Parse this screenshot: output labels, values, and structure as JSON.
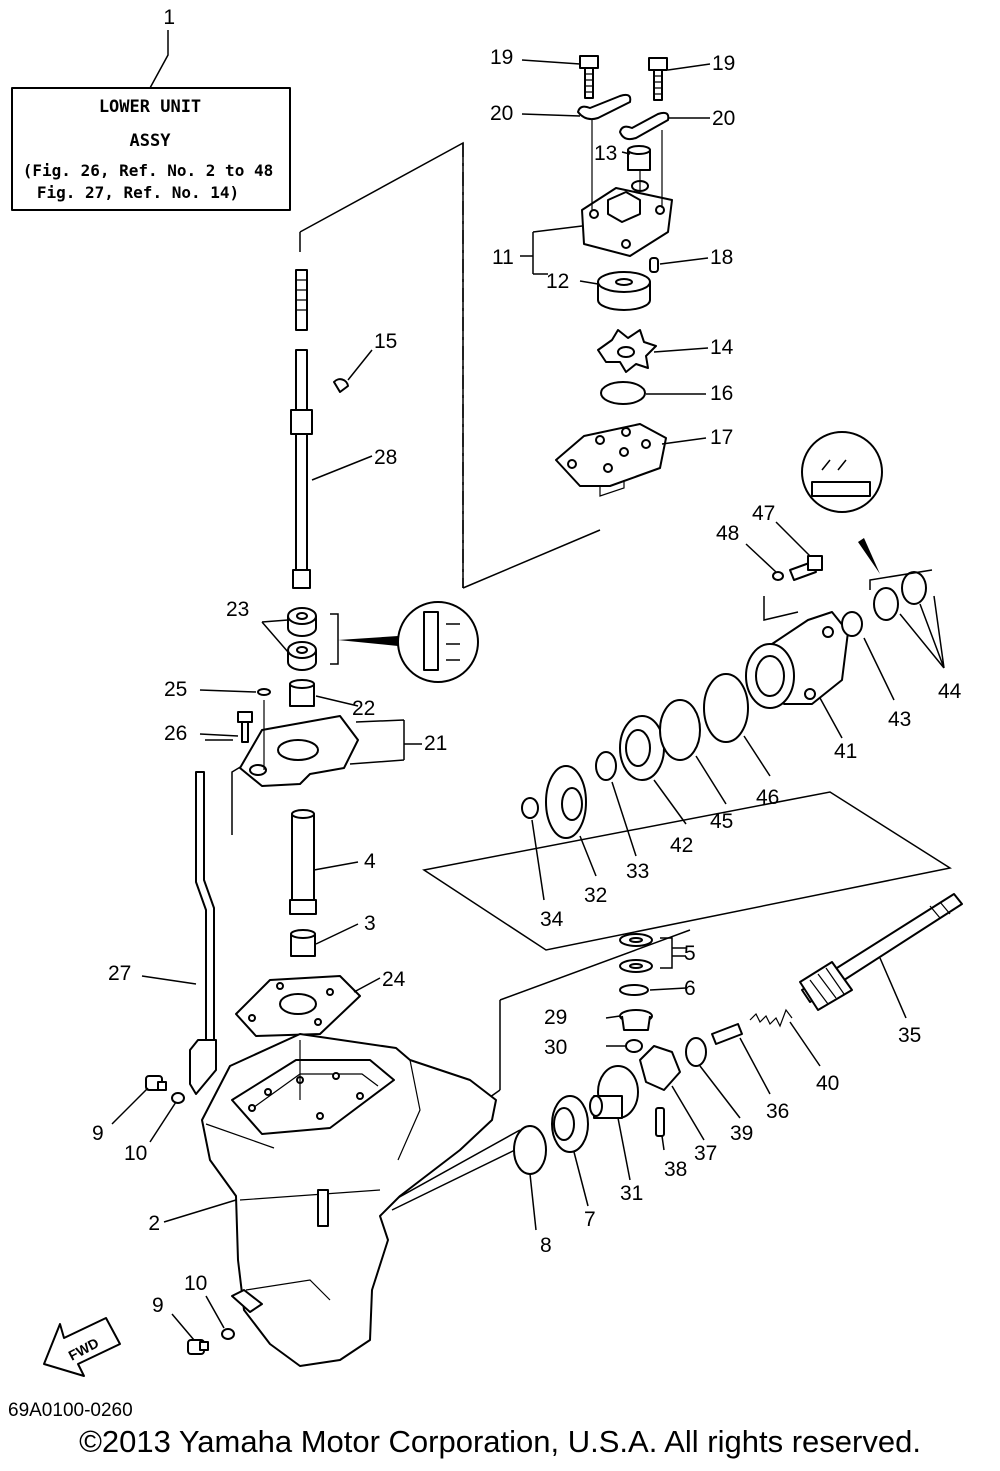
{
  "assy_box": {
    "line1": "LOWER UNIT",
    "line2": "ASSY",
    "line3": "(Fig. 26, Ref. No. 2 to 48",
    "line4": " Fig. 27, Ref. No. 14)"
  },
  "fwd_label": "FWD",
  "diagram_code": "69A0100-0260",
  "copyright": "©2013 Yamaha Motor Corporation, U.S.A. All rights reserved.",
  "callouts": [
    {
      "id": "c1",
      "label": "1"
    },
    {
      "id": "c2",
      "label": "2"
    },
    {
      "id": "c3",
      "label": "3"
    },
    {
      "id": "c4",
      "label": "4"
    },
    {
      "id": "c5",
      "label": "5"
    },
    {
      "id": "c6",
      "label": "6"
    },
    {
      "id": "c7",
      "label": "7"
    },
    {
      "id": "c8",
      "label": "8"
    },
    {
      "id": "c9a",
      "label": "9"
    },
    {
      "id": "c9b",
      "label": "9"
    },
    {
      "id": "c10a",
      "label": "10"
    },
    {
      "id": "c10b",
      "label": "10"
    },
    {
      "id": "c11",
      "label": "11"
    },
    {
      "id": "c12",
      "label": "12"
    },
    {
      "id": "c13",
      "label": "13"
    },
    {
      "id": "c14",
      "label": "14"
    },
    {
      "id": "c15",
      "label": "15"
    },
    {
      "id": "c16",
      "label": "16"
    },
    {
      "id": "c17",
      "label": "17"
    },
    {
      "id": "c18",
      "label": "18"
    },
    {
      "id": "c19a",
      "label": "19"
    },
    {
      "id": "c19b",
      "label": "19"
    },
    {
      "id": "c20a",
      "label": "20"
    },
    {
      "id": "c20b",
      "label": "20"
    },
    {
      "id": "c21",
      "label": "21"
    },
    {
      "id": "c22",
      "label": "22"
    },
    {
      "id": "c23",
      "label": "23"
    },
    {
      "id": "c24",
      "label": "24"
    },
    {
      "id": "c25",
      "label": "25"
    },
    {
      "id": "c26",
      "label": "26"
    },
    {
      "id": "c27",
      "label": "27"
    },
    {
      "id": "c28",
      "label": "28"
    },
    {
      "id": "c29",
      "label": "29"
    },
    {
      "id": "c30",
      "label": "30"
    },
    {
      "id": "c31",
      "label": "31"
    },
    {
      "id": "c32",
      "label": "32"
    },
    {
      "id": "c33",
      "label": "33"
    },
    {
      "id": "c34",
      "label": "34"
    },
    {
      "id": "c35",
      "label": "35"
    },
    {
      "id": "c36",
      "label": "36"
    },
    {
      "id": "c37",
      "label": "37"
    },
    {
      "id": "c38",
      "label": "38"
    },
    {
      "id": "c39",
      "label": "39"
    },
    {
      "id": "c40",
      "label": "40"
    },
    {
      "id": "c41",
      "label": "41"
    },
    {
      "id": "c42",
      "label": "42"
    },
    {
      "id": "c43",
      "label": "43"
    },
    {
      "id": "c44",
      "label": "44"
    },
    {
      "id": "c45",
      "label": "45"
    },
    {
      "id": "c46",
      "label": "46"
    },
    {
      "id": "c47",
      "label": "47"
    },
    {
      "id": "c48",
      "label": "48"
    }
  ]
}
